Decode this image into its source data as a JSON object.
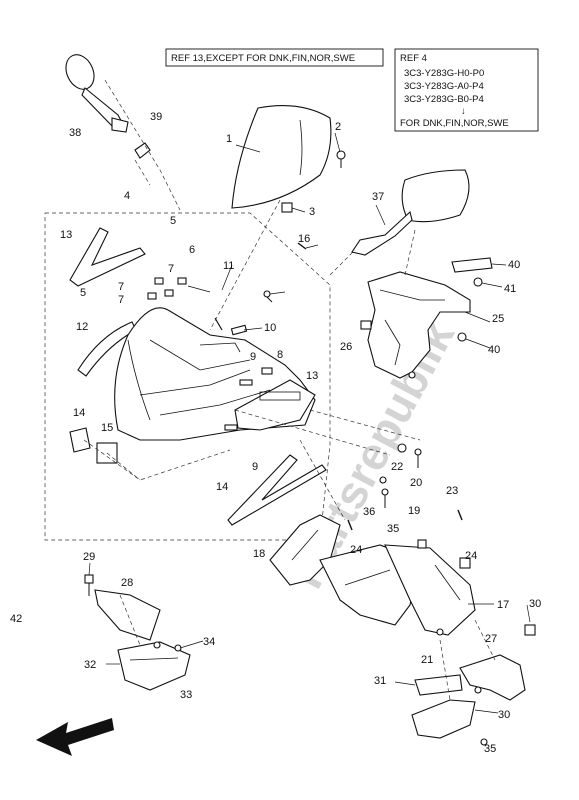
{
  "ref_notes": {
    "ref13": "REF 13,EXCEPT FOR DNK,FIN,NOR,SWE",
    "ref4_title": "REF 4",
    "ref4_codes": [
      "3C3-Y283G-H0-P0",
      "3C3-Y283G-A0-P4",
      "3C3-Y283G-B0-P4"
    ],
    "ref4_arrow": "↓",
    "ref4_for": "FOR DNK,FIN,NOR,SWE"
  },
  "watermark": "Partsrepublik",
  "callouts": [
    "1",
    "2",
    "3",
    "4",
    "5",
    "5",
    "6",
    "7",
    "7",
    "7",
    "8",
    "9",
    "9",
    "10",
    "11",
    "12",
    "13",
    "13",
    "14",
    "14",
    "15",
    "16",
    "17",
    "18",
    "19",
    "20",
    "21",
    "22",
    "23",
    "24",
    "24",
    "25",
    "26",
    "27",
    "28",
    "29",
    "30",
    "30",
    "31",
    "32",
    "33",
    "34",
    "35",
    "35",
    "36",
    "37",
    "38",
    "39",
    "40",
    "40",
    "41",
    "42"
  ],
  "icons": {
    "direction": "front-arrow-icon"
  }
}
